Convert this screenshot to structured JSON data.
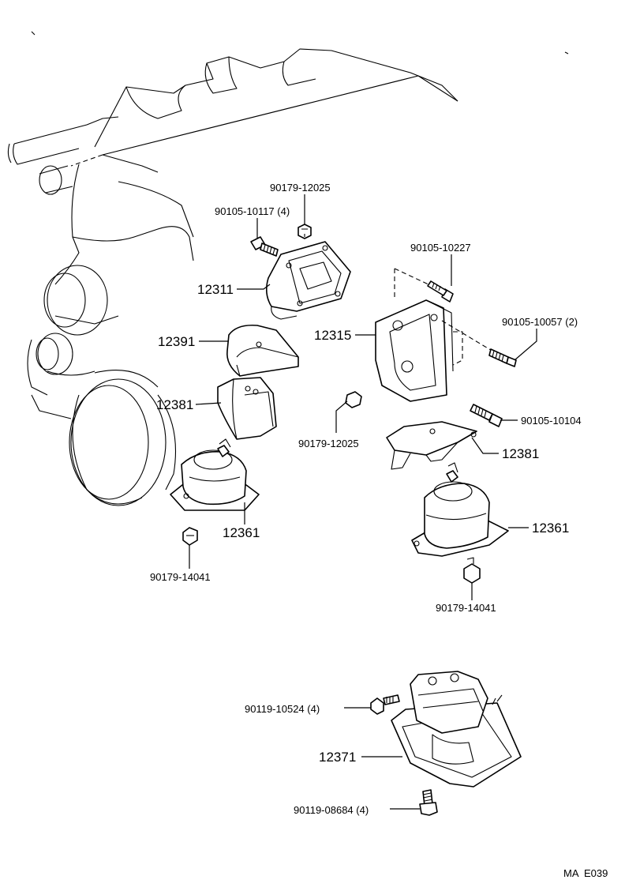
{
  "labels": {
    "p90179_12025_top": "90179-12025",
    "p90105_10117": "90105-10117 (4)",
    "p12311": "12311",
    "p12391": "12391",
    "p12381_left": "12381",
    "p12361_left": "12361",
    "p90179_14041_left": "90179-14041",
    "p90105_10227": "90105-10227",
    "p12315": "12315",
    "p90105_10057": "90105-10057 (2)",
    "p90179_12025_mid": "90179-12025",
    "p90105_10104": "90105-10104",
    "p12381_right": "12381",
    "p12361_right": "12361",
    "p90179_14041_right": "90179-14041",
    "p90119_10524": "90119-10524 (4)",
    "p12371": "12371",
    "p90119_08684": "90119-08684 (4)",
    "code": "MA  E039"
  }
}
